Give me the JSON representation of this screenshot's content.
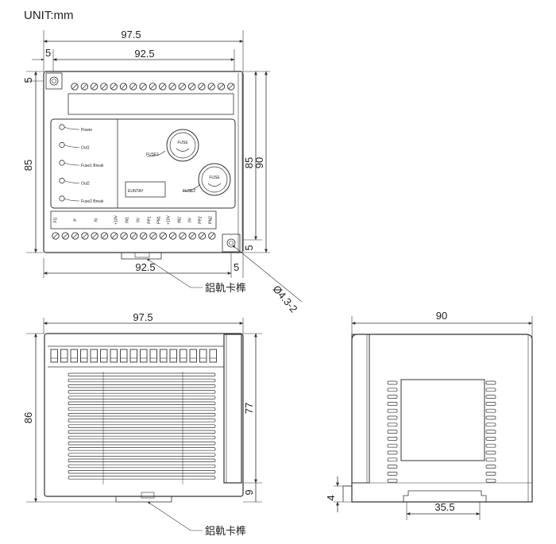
{
  "unit_label": "UNIT:mm",
  "top_view": {
    "width_outer": "97.5",
    "width_inner": "92.5",
    "offset_left": "5",
    "offset_top": "5",
    "height_left": "85",
    "height_inner": "85",
    "height_outer": "90",
    "offset_right": "5",
    "width_bottom": "92.5",
    "offset_bottom_right": "5",
    "hole_label": "Ø4.3-2",
    "rail_label": "鋁軌卡榫",
    "leds": [
      "Power",
      "Out1",
      "Fuse1 Break",
      "Out2",
      "Fuse2 Break"
    ],
    "fuse_text": "FUSE",
    "fuse1_label": "FUSE1",
    "fuse2_label": "FUSE2",
    "brand": "EUNTAY",
    "terminal_labels": [
      "FG",
      "P",
      "N",
      "+10V",
      "IN1",
      "0V",
      "PP1",
      "PN1",
      "+10V",
      "IN2",
      "0V",
      "PP2",
      "PN2"
    ]
  },
  "front_view": {
    "width": "97.5",
    "height_total": "86",
    "height_body": "77",
    "height_base": "9",
    "rail_label": "鋁軌卡榫"
  },
  "side_view": {
    "depth": "90",
    "rail_offset": "4",
    "rail_width": "35.5"
  }
}
